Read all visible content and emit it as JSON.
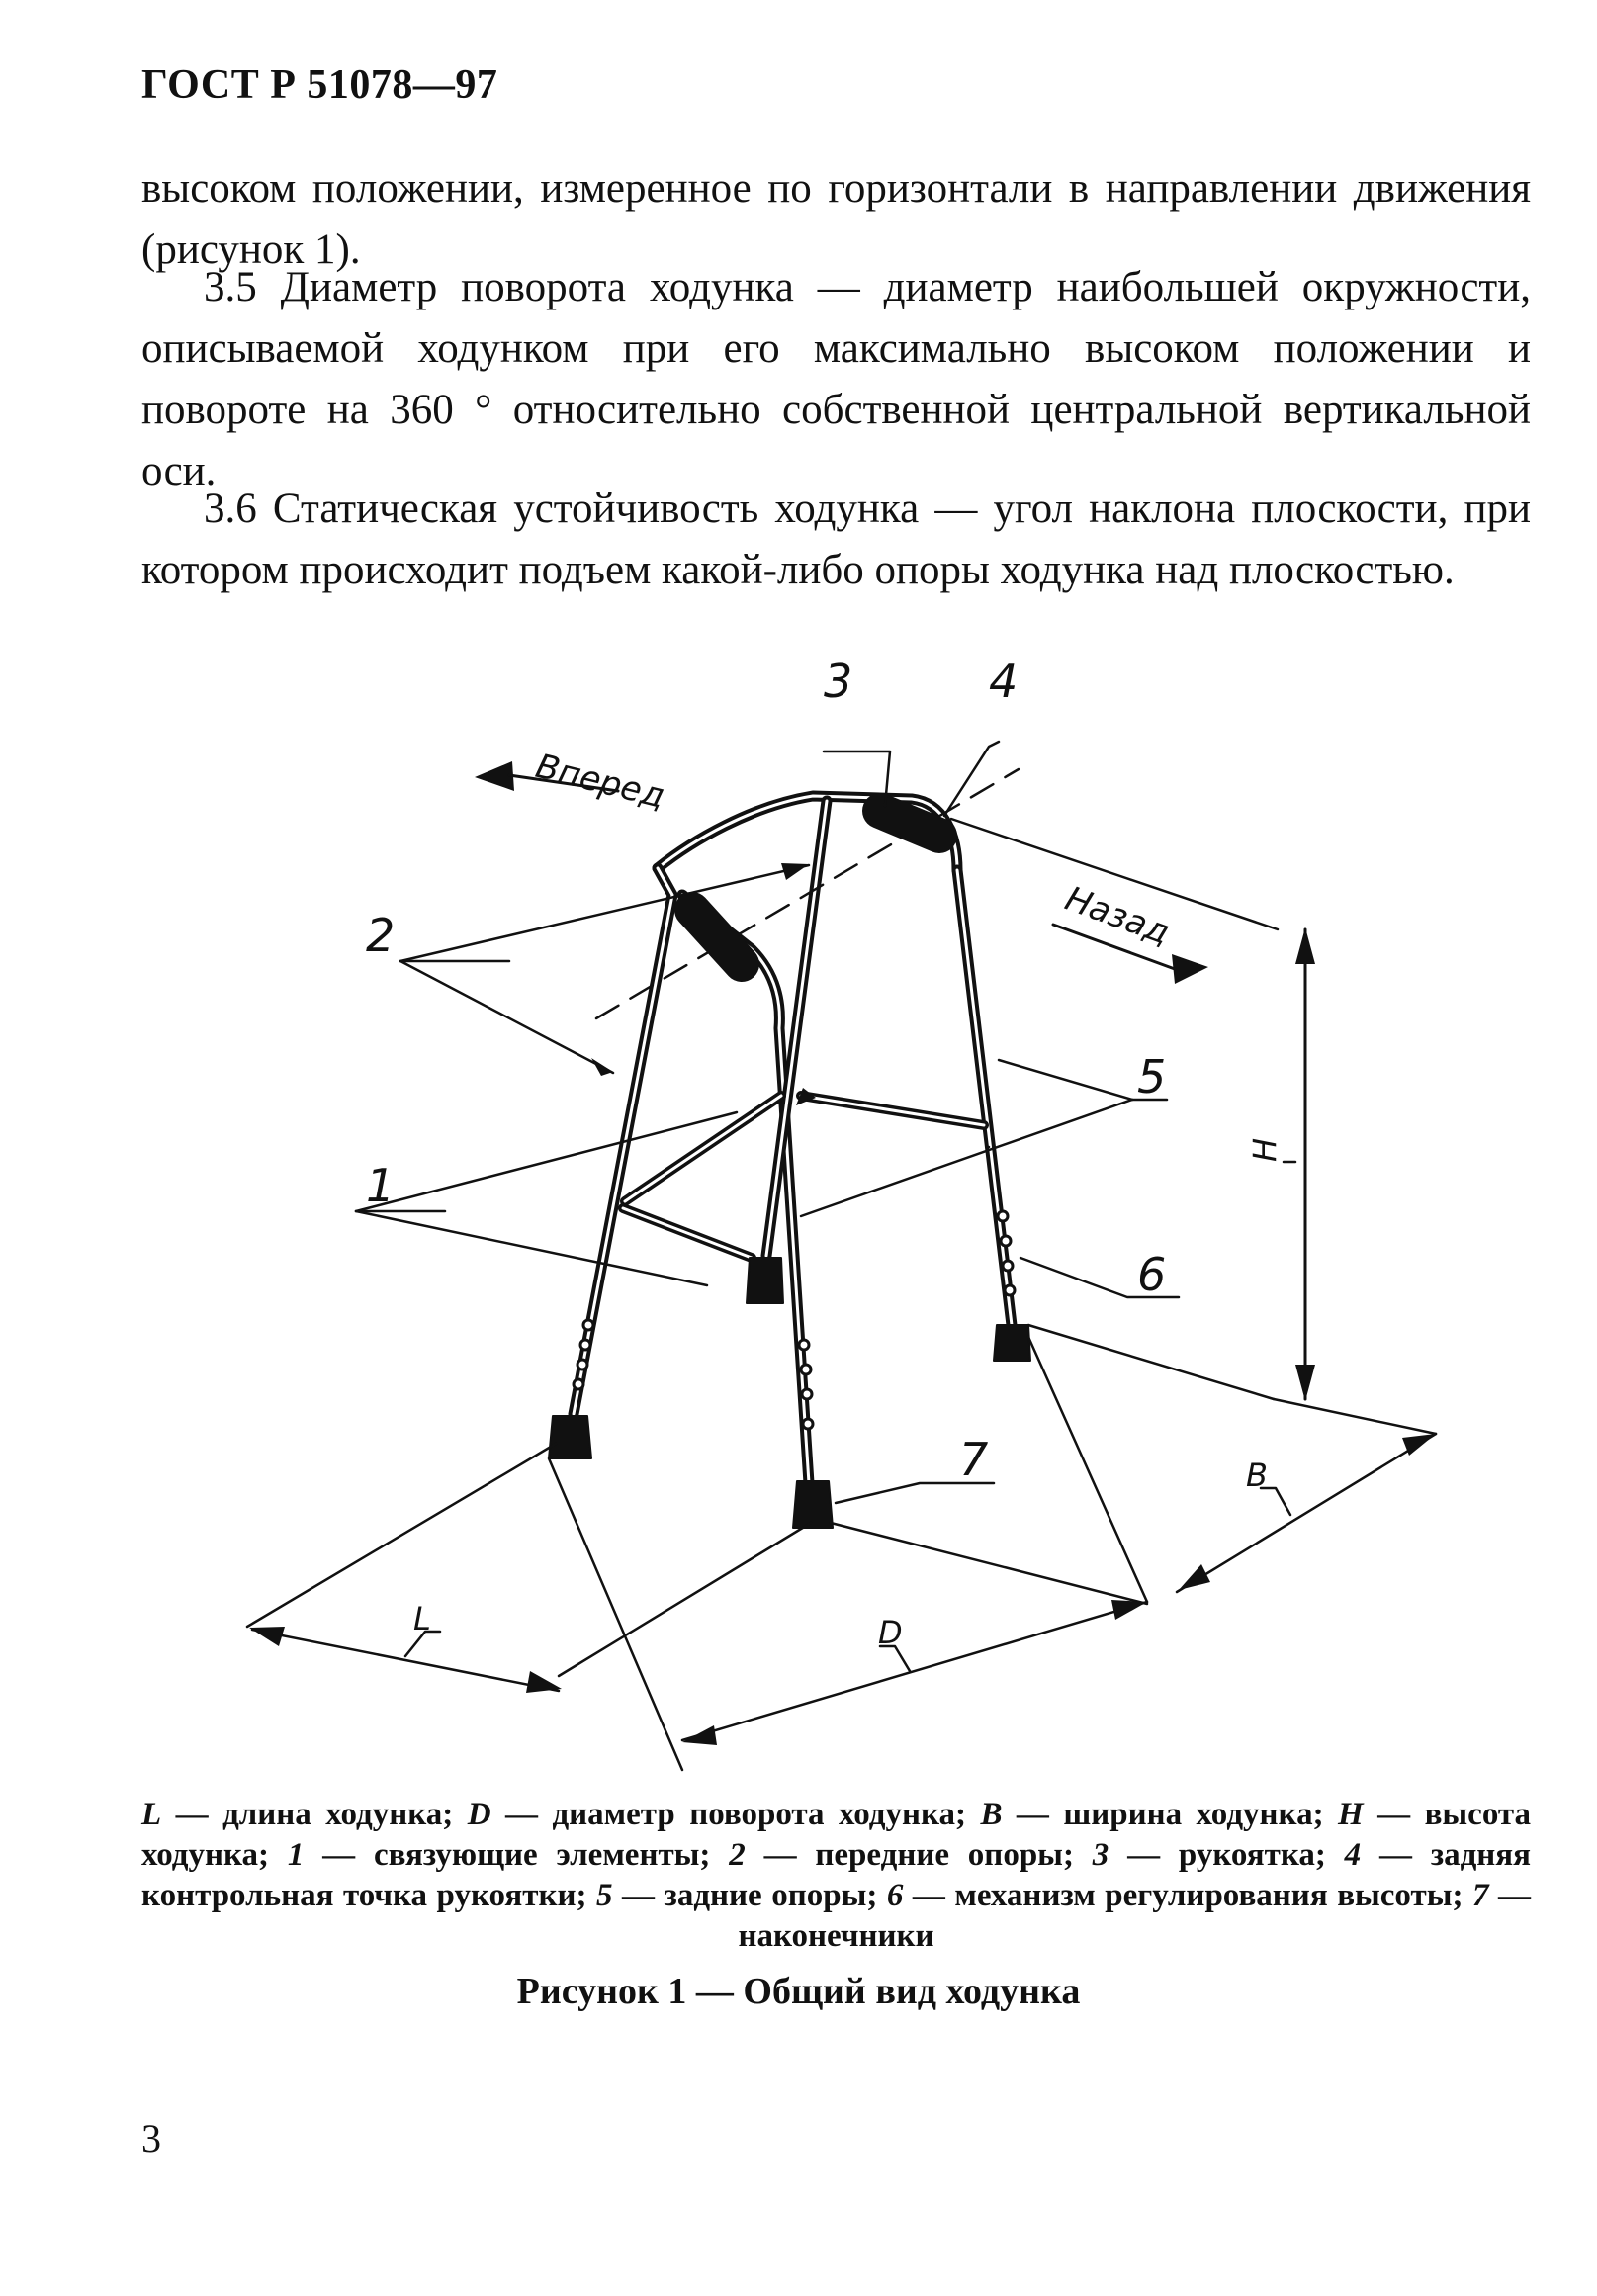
{
  "header": {
    "doc_number": "ГОСТ Р 51078—97"
  },
  "body": {
    "continuation": "высоком положении, измеренное по горизонтали в направлении движения (рисунок 1).",
    "clause_3_5": "3.5 Диаметр поворота ходунка — диаметр наибольшей окружности, описываемой ходунком при его максимально высоком положении и повороте на 360 ° относительно собственной центральной вертикальной оси.",
    "clause_3_6": "3.6 Статическая устойчивость ходунка — угол наклона плоскости, при котором происходит подъем какой-либо опоры ходунка над плоскостью."
  },
  "figure": {
    "labels": {
      "forward": "Вперед",
      "backward": "Назад",
      "n1": "1",
      "n2": "2",
      "n3": "3",
      "n4": "4",
      "n5": "5",
      "n6": "6",
      "n7": "7",
      "L": "L",
      "D": "D",
      "B": "B",
      "H": "H"
    },
    "legend": [
      {
        "sym": "L",
        "text": " — длина ходунка; "
      },
      {
        "sym": "D",
        "text": " — диаметр поворота ходунка; "
      },
      {
        "sym": "B",
        "text": " — ширина ходунка; "
      },
      {
        "sym": "H",
        "text": " — высота ходунка; "
      },
      {
        "sym": "1",
        "text": " — связующие элементы; "
      },
      {
        "sym": "2",
        "text": " — передние опоры; "
      },
      {
        "sym": "3",
        "text": " — рукоятка; "
      },
      {
        "sym": "4",
        "text": " — задняя контрольная точка рукоятки; "
      },
      {
        "sym": "5",
        "text": " — задние опоры; "
      },
      {
        "sym": "6",
        "text": " — механизм регулирования высоты; "
      },
      {
        "sym": "7",
        "text": " — наконечники"
      }
    ],
    "caption": "Рисунок 1 — Общий вид ходунка"
  },
  "footer": {
    "page_number": "3"
  },
  "colors": {
    "ink": "#111111",
    "paper": "#ffffff"
  }
}
